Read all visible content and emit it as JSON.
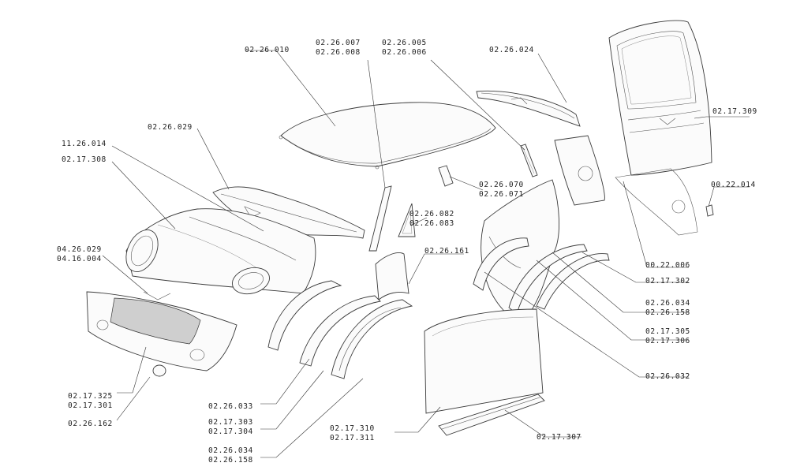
{
  "diagram": {
    "labels": {
      "roof": "02.26.010",
      "a_pillar_1": "02.26.007",
      "a_pillar_2": "02.26.008",
      "b_pillar_1": "02.26.005",
      "b_pillar_2": "02.26.006",
      "spoiler": "02.26.024",
      "tailgate": "02.17.309",
      "cowl": "02.26.029",
      "hood_hinge": "11.26.014",
      "hood": "02.17.308",
      "tail_bracket": "00.22.014",
      "bracket_1": "02.26.070",
      "bracket_2": "02.26.071",
      "quarter_trim_1": "02.26.082",
      "quarter_trim_2": "02.26.083",
      "c_pillar_trim": "02.26.161",
      "logo_1": "04.26.029",
      "logo_2": "04.16.004",
      "rear_bracket": "00.22.006",
      "rear_panel": "02.17.302",
      "rear_arch_1": "02.26.034",
      "rear_arch_2": "02.26.158",
      "rear_fender_1": "02.17.305",
      "rear_fender_2": "02.17.306",
      "rear_arch_trim": "02.26.032",
      "bumper_1": "02.17.325",
      "bumper_2": "02.17.301",
      "fog_cap": "02.26.162",
      "front_arch": "02.26.033",
      "front_fender_1": "02.17.303",
      "front_fender_2": "02.17.304",
      "front_arch_ext_1": "02.26.034",
      "front_arch_ext_2": "02.26.158",
      "door_1": "02.17.310",
      "door_2": "02.17.311",
      "sill": "02.17.307"
    }
  }
}
